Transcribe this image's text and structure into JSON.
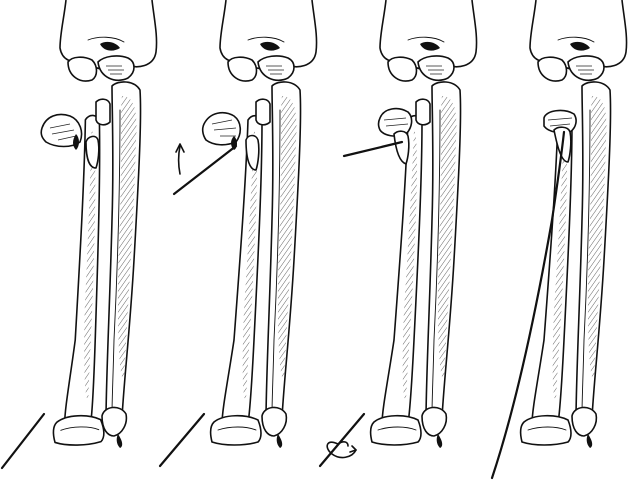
{
  "figure": {
    "panel_count": 4,
    "panels": [
      {
        "id": "panel-1",
        "fragment": "displaced",
        "wire": "distal-only",
        "arrow": "none"
      },
      {
        "id": "panel-2",
        "fragment": "displaced",
        "wire": "proximal-and-distal",
        "arrow": "curved-up"
      },
      {
        "id": "panel-3",
        "fragment": "reducing",
        "wire": "proximal-and-distal",
        "arrow": "rotation"
      },
      {
        "id": "panel-4",
        "fragment": "reduced",
        "wire": "intramedullary",
        "arrow": "none"
      }
    ],
    "colors": {
      "ink": "#111111",
      "background": "#ffffff"
    }
  }
}
